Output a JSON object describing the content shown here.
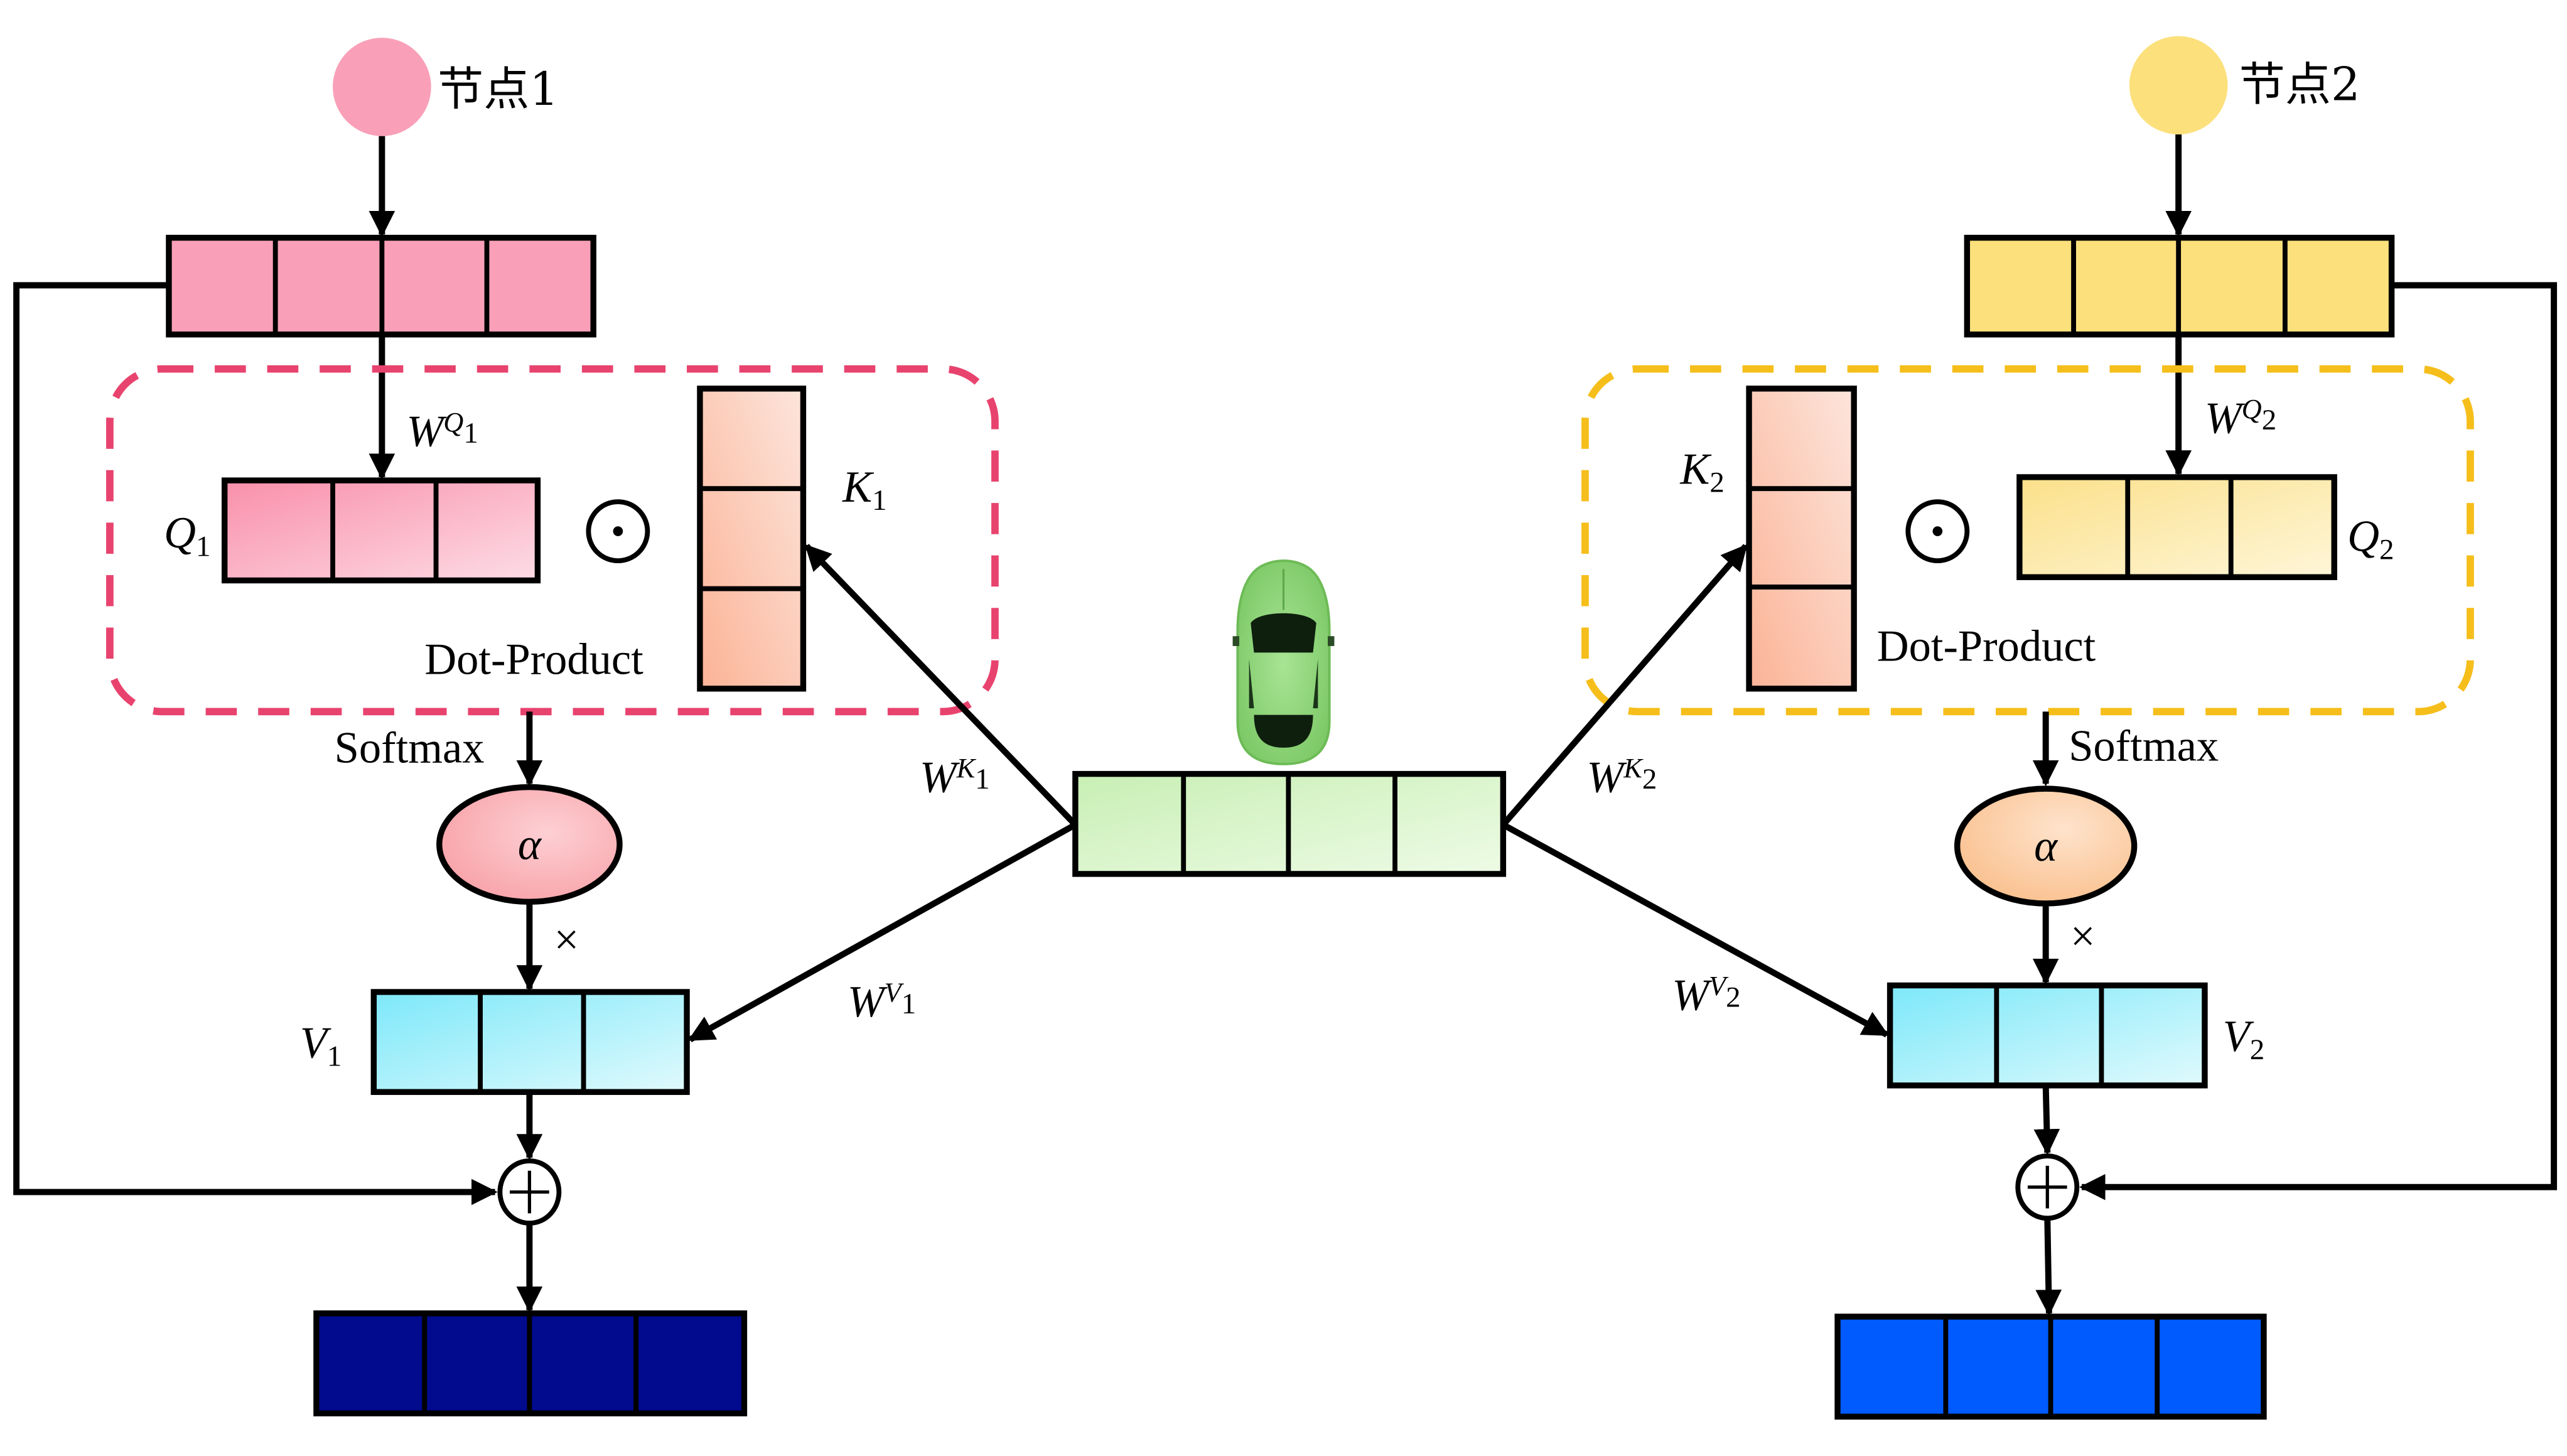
{
  "title": "Two-node dot-product attention diagram",
  "nodes": [
    {
      "label": "节点1",
      "color": "#F9A0B8"
    },
    {
      "label": "节点2",
      "color": "#FCE07C"
    }
  ],
  "left_branch": {
    "input_vector": {
      "cells": 4,
      "color": "#F9A0B8"
    },
    "query": {
      "symbol": "Q",
      "index": "1",
      "cells": 3,
      "gradient": [
        "#F98FAA",
        "#FDDCE6"
      ]
    },
    "key": {
      "symbol": "K",
      "index": "1",
      "cells": 3,
      "gradient": [
        "#FBB396",
        "#FDE5DC"
      ]
    },
    "weight_q": {
      "symbol": "W",
      "sup": "Q",
      "index": "1"
    },
    "weight_k": {
      "symbol": "W",
      "sup": "K",
      "index": "1"
    },
    "weight_v": {
      "symbol": "W",
      "sup": "V",
      "index": "1"
    },
    "dot_operator": "⊙",
    "dot_product_label": "Dot-Product",
    "softmax_label": "Softmax",
    "alpha": {
      "symbol": "α",
      "color": "#F9B0B4"
    },
    "multiply": "×",
    "value": {
      "symbol": "V",
      "index": "1",
      "cells": 3,
      "gradient": [
        "#7DE8F9",
        "#E0FAFD"
      ]
    },
    "add_operator": "+",
    "output_vector": {
      "cells": 4,
      "color": "#020A8E"
    },
    "dashed_box_color": "#E8436E"
  },
  "right_branch": {
    "input_vector": {
      "cells": 4,
      "color": "#FCE07C"
    },
    "query": {
      "symbol": "Q",
      "index": "2",
      "cells": 3,
      "gradient": [
        "#FBE08A",
        "#FEF6D8"
      ]
    },
    "key": {
      "symbol": "K",
      "index": "2",
      "cells": 3,
      "gradient": [
        "#FBB396",
        "#FDE5DC"
      ]
    },
    "weight_q": {
      "symbol": "W",
      "sup": "Q",
      "index": "2"
    },
    "weight_k": {
      "symbol": "W",
      "sup": "K",
      "index": "2"
    },
    "weight_v": {
      "symbol": "W",
      "sup": "V",
      "index": "2"
    },
    "dot_operator": "⊙",
    "dot_product_label": "Dot-Product",
    "softmax_label": "Softmax",
    "alpha": {
      "symbol": "α",
      "color": "#FCC89C"
    },
    "multiply": "×",
    "value": {
      "symbol": "V",
      "index": "2",
      "cells": 3,
      "gradient": [
        "#7DE8F9",
        "#E0FAFD"
      ]
    },
    "add_operator": "+",
    "output_vector": {
      "cells": 4,
      "color": "#005BFF"
    },
    "dashed_box_color": "#F5BE1A"
  },
  "center": {
    "vehicle": {
      "icon": "car-top-view-icon",
      "color": "#8FD67A"
    },
    "shared_vector": {
      "cells": 4,
      "gradient": [
        "#C8EFB4",
        "#EEFBE6"
      ]
    }
  }
}
